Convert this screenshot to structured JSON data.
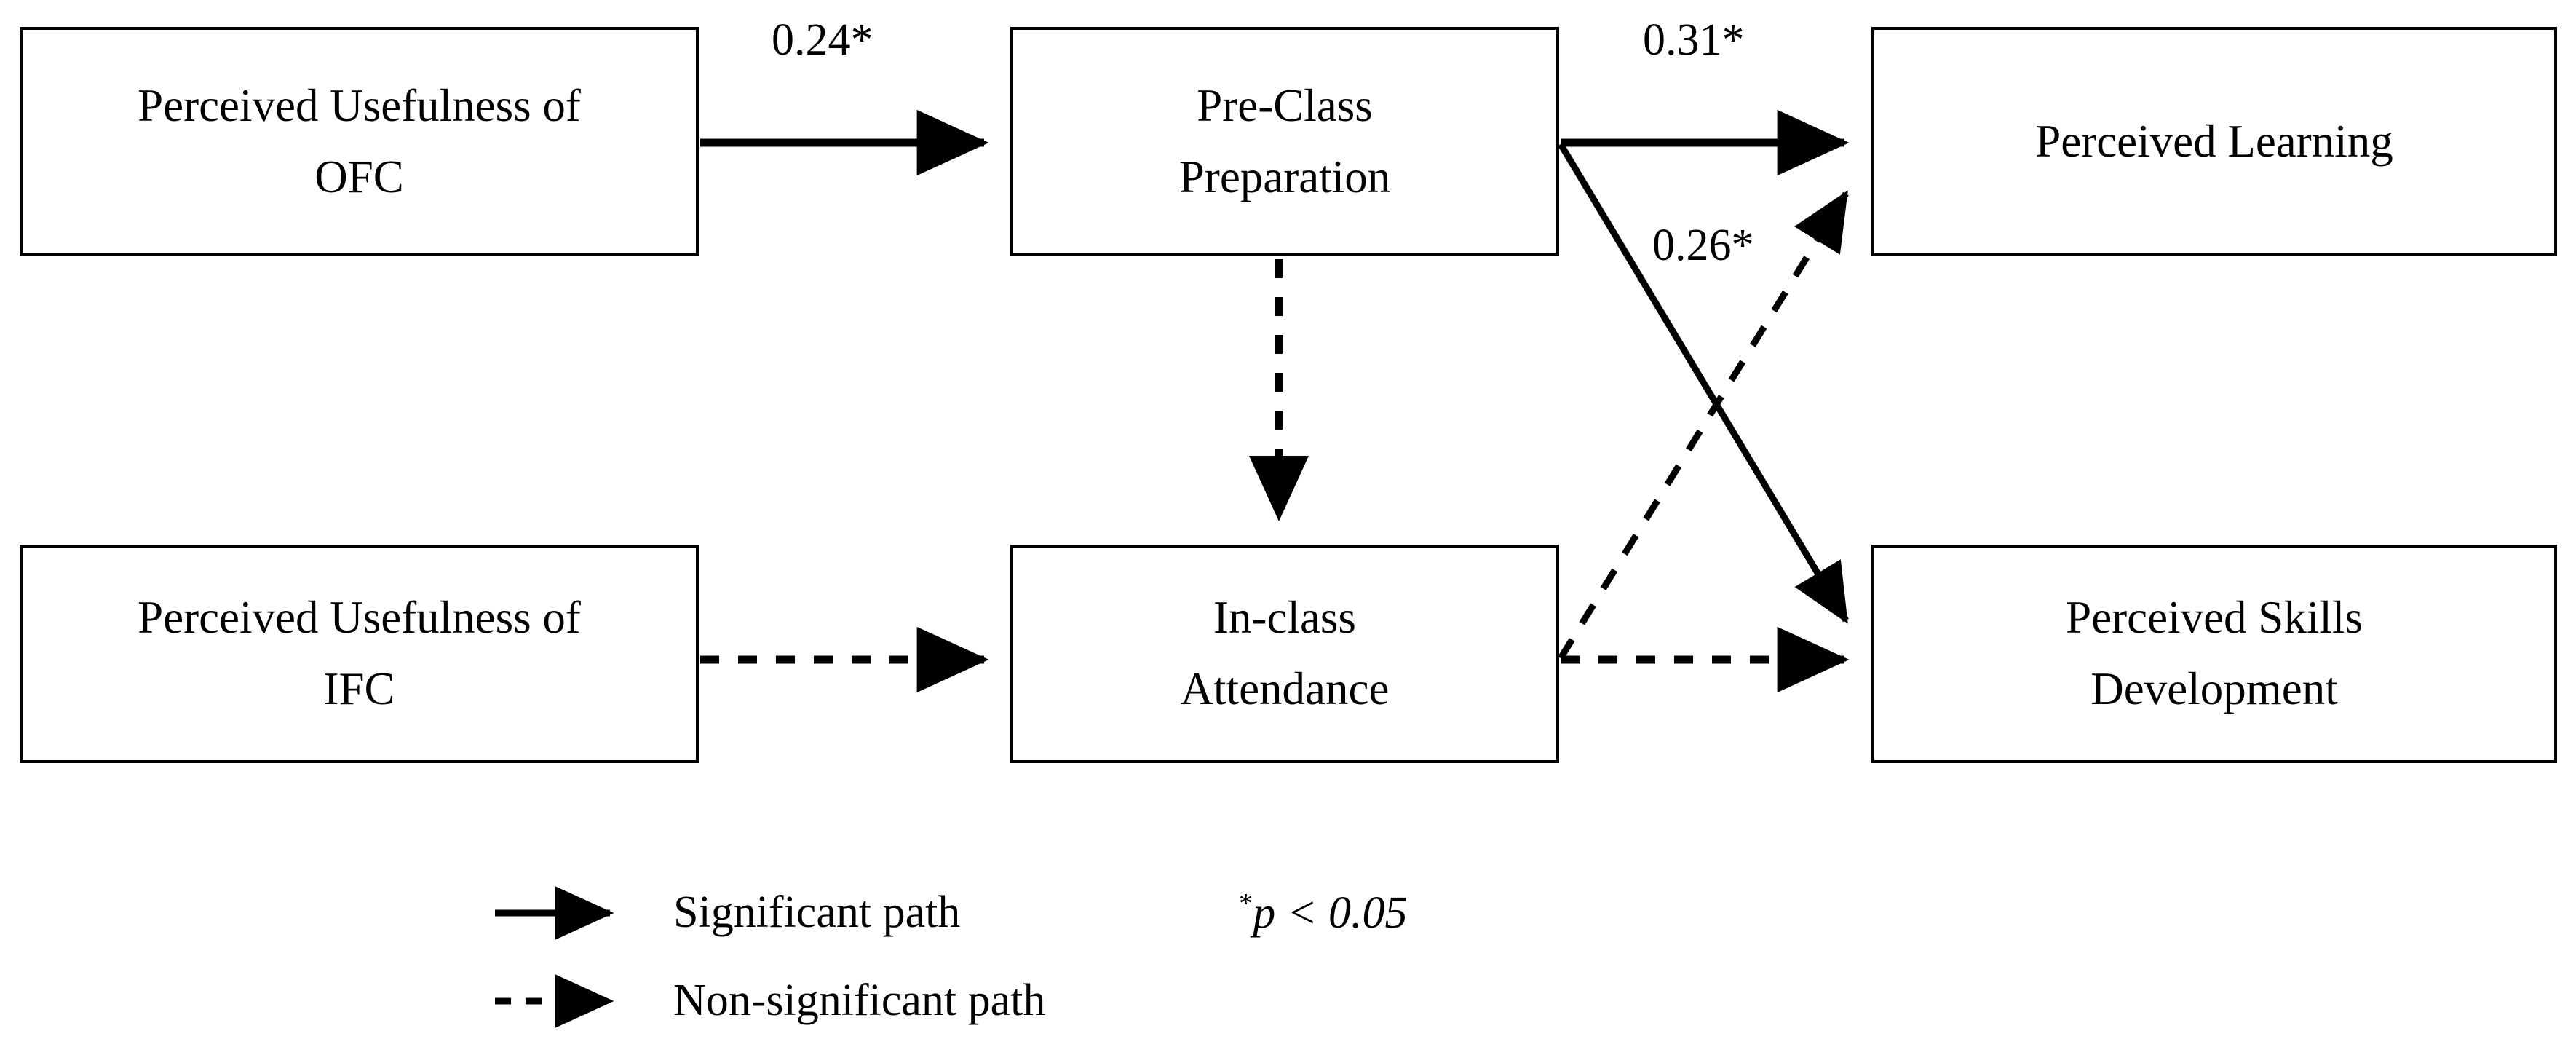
{
  "figure": {
    "type": "path-diagram",
    "font_color": "#000000",
    "background": "#ffffff",
    "box_border_color": "#000000"
  },
  "nodes": [
    {
      "id": "pu-ofc",
      "line1": "Perceived Usefulness of",
      "line2": "OFC"
    },
    {
      "id": "pre-class",
      "line1": "Pre-Class",
      "line2": "Preparation"
    },
    {
      "id": "learning",
      "line1": "Perceived Learning",
      "line2": ""
    },
    {
      "id": "pu-ifc",
      "line1": "Perceived Usefulness of",
      "line2": "IFC"
    },
    {
      "id": "in-class",
      "line1": "In-class",
      "line2": "Attendance"
    },
    {
      "id": "skills",
      "line1": "Perceived Skills",
      "line2": "Development"
    }
  ],
  "paths": [
    {
      "id": "ofc-to-preclass",
      "from": "pu-ofc",
      "to": "pre-class",
      "style": "solid",
      "coefficient": "0.24*"
    },
    {
      "id": "preclass-to-learning",
      "from": "pre-class",
      "to": "learning",
      "style": "solid",
      "coefficient": "0.31*"
    },
    {
      "id": "preclass-to-skills",
      "from": "pre-class",
      "to": "skills",
      "style": "solid",
      "coefficient": "0.26*"
    },
    {
      "id": "preclass-to-inclass",
      "from": "pre-class",
      "to": "in-class",
      "style": "dashed",
      "coefficient": ""
    },
    {
      "id": "ifc-to-inclass",
      "from": "pu-ifc",
      "to": "in-class",
      "style": "dashed",
      "coefficient": ""
    },
    {
      "id": "inclass-to-skills",
      "from": "in-class",
      "to": "skills",
      "style": "dashed",
      "coefficient": ""
    },
    {
      "id": "inclass-to-learning",
      "from": "in-class",
      "to": "learning",
      "style": "dashed",
      "coefficient": ""
    }
  ],
  "coefficients": {
    "ofc_to_preclass": "0.24*",
    "preclass_to_learning": "0.31*",
    "preclass_to_skills": "0.26*"
  },
  "legend": {
    "significant_label": "Significant path",
    "nonsignificant_label": "Non-significant path",
    "significance_star": "*",
    "significance_note": "p < 0.05"
  }
}
